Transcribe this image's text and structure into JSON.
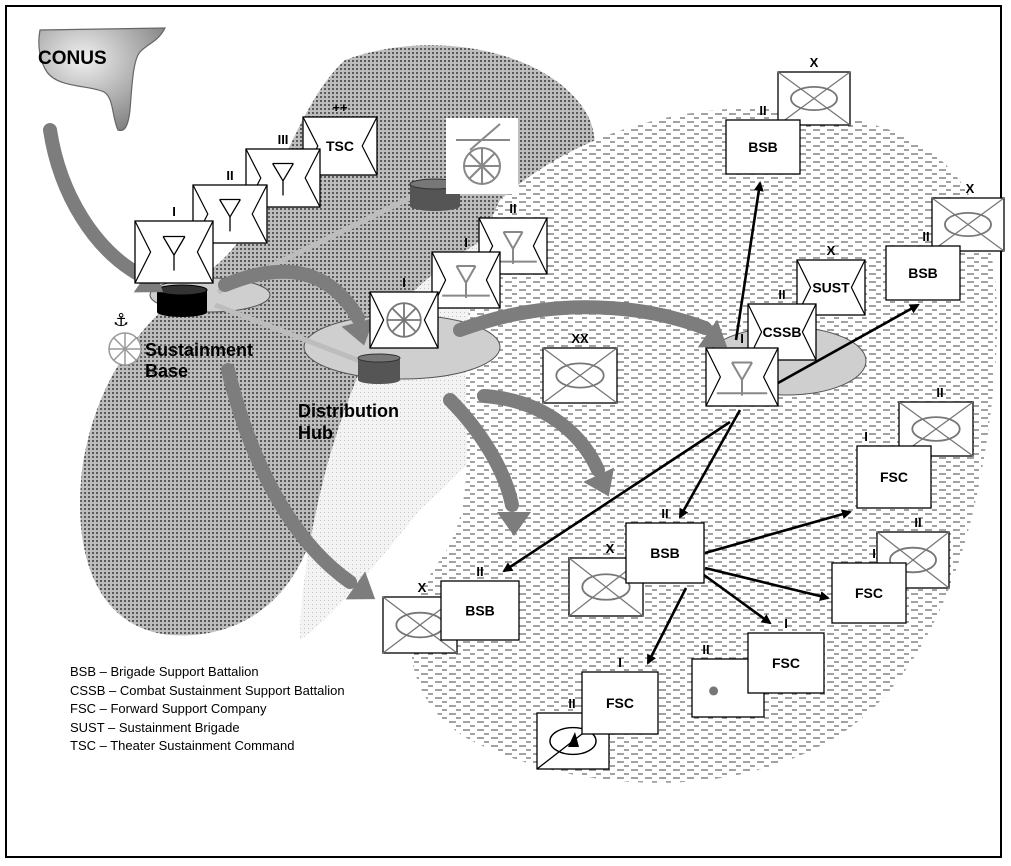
{
  "labels": {
    "conus": "CONUS",
    "sustainment_base": "Sustainment\nBase",
    "distribution_hub": "Distribution\nHub"
  },
  "units": [
    {
      "name": "tsc",
      "echelon": "++",
      "text": "TSC"
    },
    {
      "name": "bde-iii",
      "echelon": "III",
      "text": ""
    },
    {
      "name": "bn-ii",
      "echelon": "II",
      "text": ""
    },
    {
      "name": "co-i",
      "echelon": "I",
      "text": ""
    },
    {
      "name": "hub-med-i",
      "echelon": "I",
      "text": ""
    },
    {
      "name": "hub-i",
      "echelon": "I",
      "text": ""
    },
    {
      "name": "hub-ii",
      "echelon": "II",
      "text": ""
    },
    {
      "name": "div-xx",
      "echelon": "XX",
      "text": ""
    },
    {
      "name": "cssb",
      "echelon": "II",
      "text": "CSSB"
    },
    {
      "name": "sust",
      "echelon": "X",
      "text": "SUST"
    },
    {
      "name": "forward-i",
      "echelon": "I",
      "text": ""
    },
    {
      "name": "bsb-top",
      "echelon": "II",
      "text": "BSB"
    },
    {
      "name": "bde-top",
      "echelon": "X",
      "text": ""
    },
    {
      "name": "bsb-right",
      "echelon": "II",
      "text": "BSB"
    },
    {
      "name": "bde-right",
      "echelon": "X",
      "text": ""
    },
    {
      "name": "bsb-center",
      "echelon": "II",
      "text": "BSB"
    },
    {
      "name": "bde-center",
      "echelon": "X",
      "text": ""
    },
    {
      "name": "bsb-left",
      "echelon": "II",
      "text": "BSB"
    },
    {
      "name": "bde-left",
      "echelon": "X",
      "text": ""
    },
    {
      "name": "fsc-1",
      "echelon": "I",
      "text": "FSC"
    },
    {
      "name": "bn-fsc-1",
      "echelon": "II",
      "text": ""
    },
    {
      "name": "fsc-2",
      "echelon": "I",
      "text": "FSC"
    },
    {
      "name": "bn-fsc-2",
      "echelon": "II",
      "text": ""
    },
    {
      "name": "fsc-3",
      "echelon": "I",
      "text": "FSC"
    },
    {
      "name": "bn-fsc-3",
      "echelon": "II",
      "text": ""
    },
    {
      "name": "fsc-4",
      "echelon": "I",
      "text": "FSC"
    },
    {
      "name": "bn-fsc-4",
      "echelon": "II",
      "text": ""
    }
  ],
  "legend": [
    "BSB – Brigade Support Battalion",
    "CSSB – Combat Sustainment Support Battalion",
    "FSC – Forward Support Company",
    "SUST – Sustainment Brigade",
    "TSC – Theater Sustainment Command"
  ]
}
